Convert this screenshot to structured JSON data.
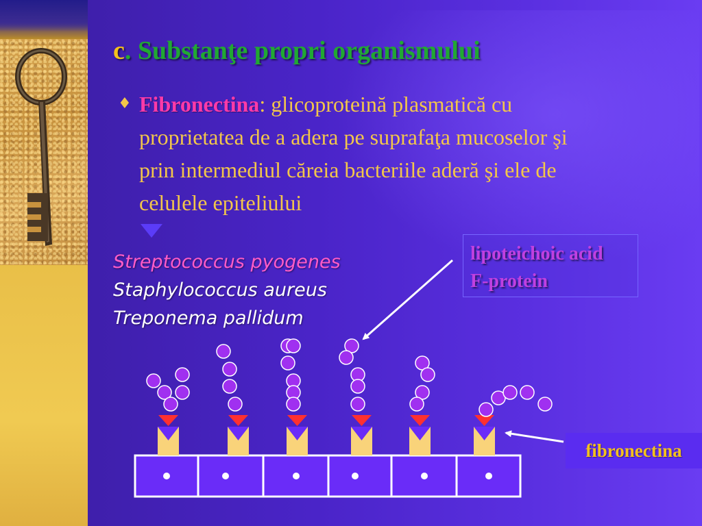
{
  "title": {
    "letter": "c",
    "rest": ". Substanţe propri organismului"
  },
  "bullet": {
    "glyph": "♦",
    "term": "Fibronectina",
    "separator": ":",
    "lines": [
      " glicoproteină plasmatică cu",
      "proprietatea de a adera pe suprafaţa mucoselor şi",
      "prin intermediul căreia bacteriile aderă şi ele de",
      "celulele epiteliului"
    ]
  },
  "bacteria": [
    "Streptococcus pyogenes",
    "Staphylococcus aureus",
    "Treponema pallidum"
  ],
  "adhesins": [
    "lipoteichoic acid",
    "F-protein"
  ],
  "fibronectin_label": "fibronectina",
  "colors": {
    "title_letter": "#f5c21a",
    "title_text": "#21a833",
    "body_text": "#f3c64a",
    "term": "#ff3aa8",
    "adhesin_text": "#c040e0",
    "cell_fill": "#6a2cf8",
    "fibronectin_stalk": "#f9d37a",
    "receptor_red": "#ff3030",
    "bacteria_ball": "#a030f0"
  },
  "diagram": {
    "cell_count": 6,
    "receptor_count": 6,
    "bacteria_chains": 6,
    "icons": [
      "key-photo",
      "down-triangle-icon",
      "arrow-icon"
    ]
  }
}
